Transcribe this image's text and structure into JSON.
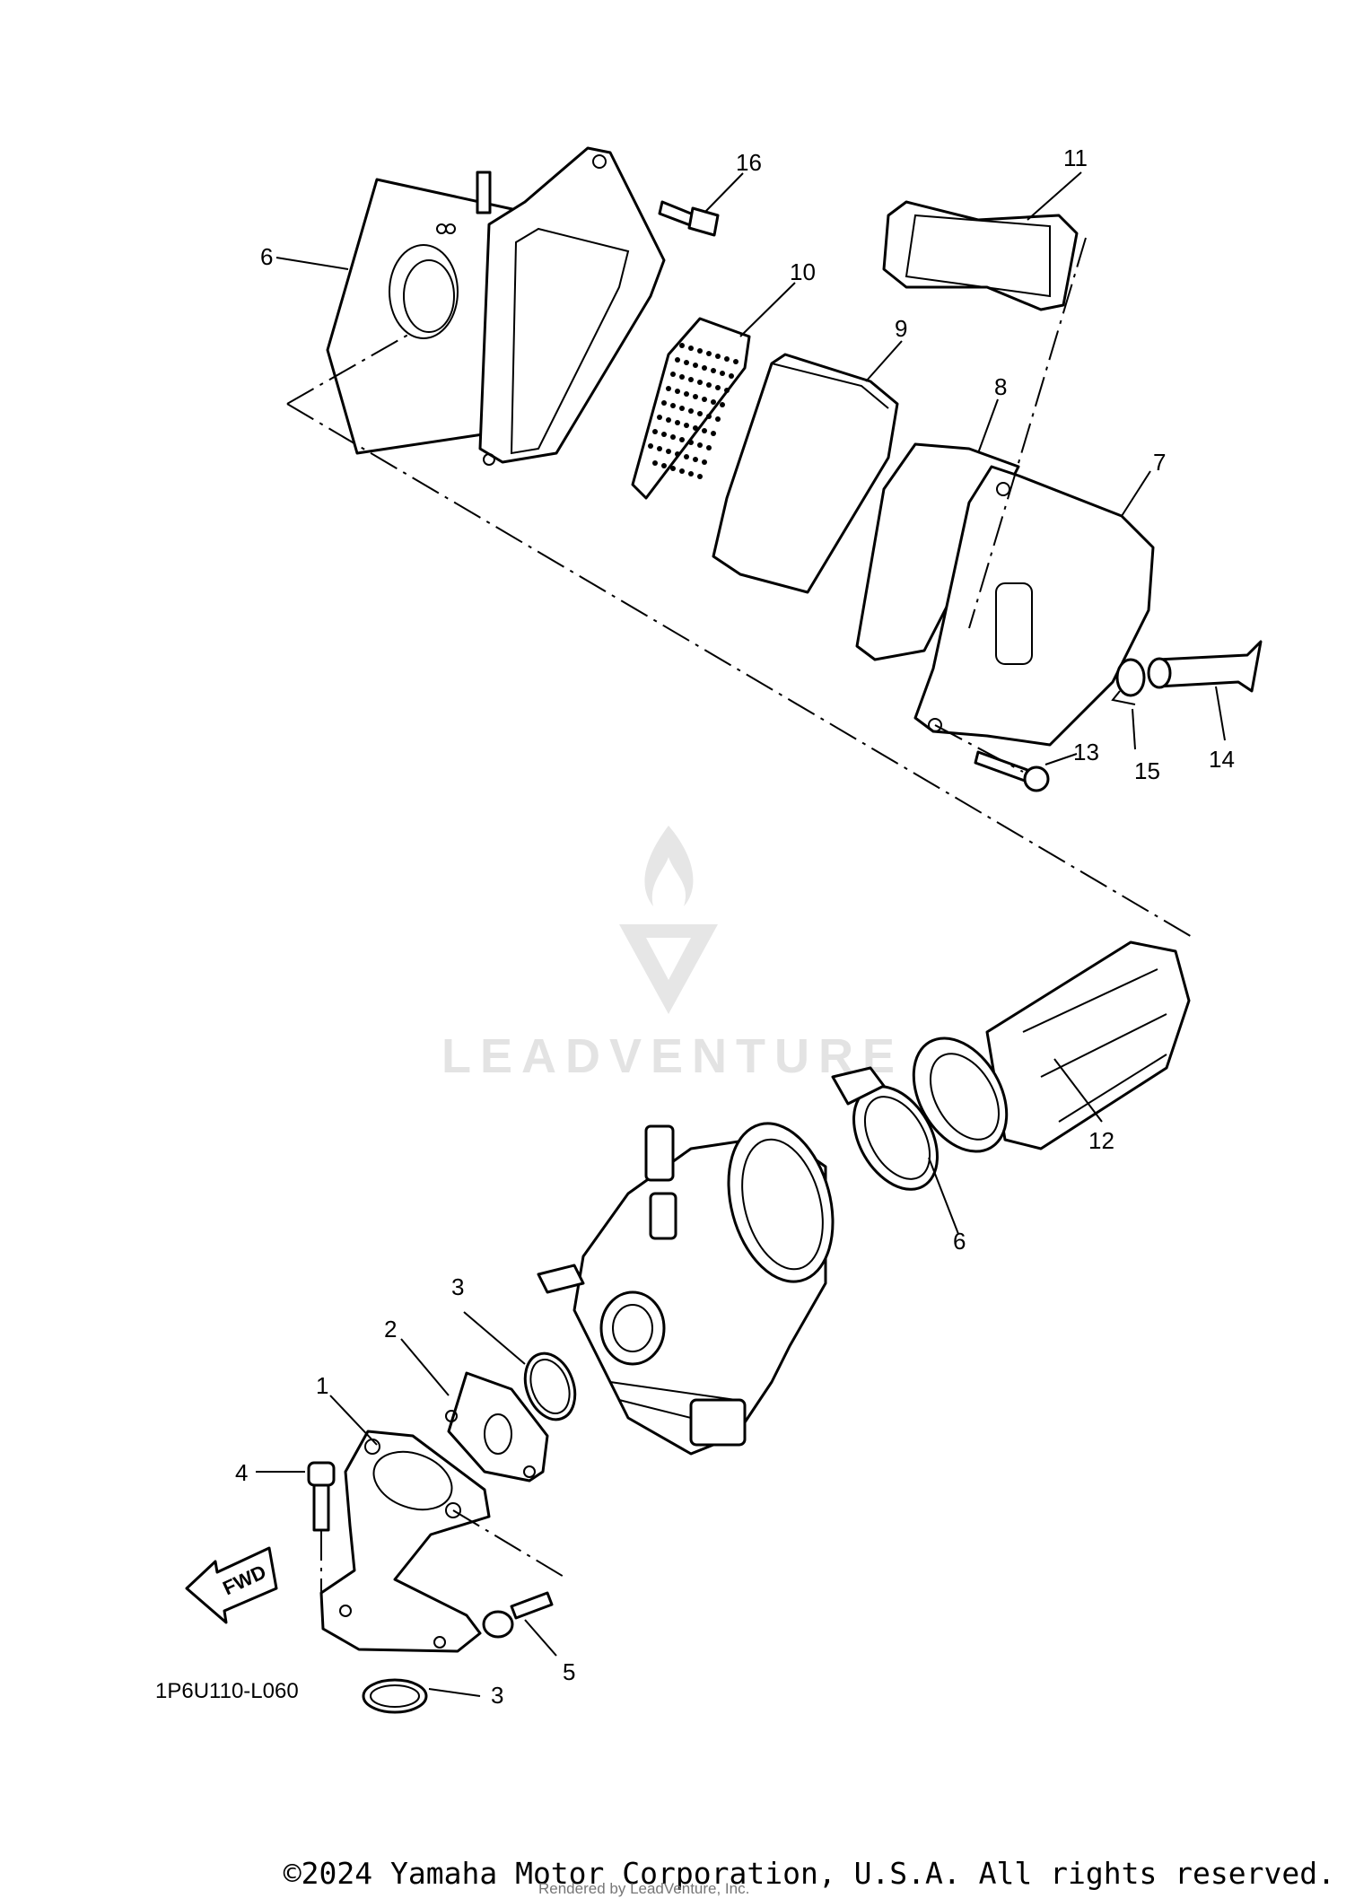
{
  "diagram": {
    "callouts": [
      {
        "id": "1",
        "label": "1"
      },
      {
        "id": "2",
        "label": "2"
      },
      {
        "id": "3a",
        "label": "3"
      },
      {
        "id": "3b",
        "label": "3"
      },
      {
        "id": "4",
        "label": "4"
      },
      {
        "id": "5",
        "label": "5"
      },
      {
        "id": "6",
        "label": "6"
      },
      {
        "id": "7",
        "label": "7"
      },
      {
        "id": "8",
        "label": "8"
      },
      {
        "id": "9",
        "label": "9"
      },
      {
        "id": "10",
        "label": "10"
      },
      {
        "id": "11",
        "label": "11"
      },
      {
        "id": "12",
        "label": "12"
      },
      {
        "id": "13",
        "label": "13"
      },
      {
        "id": "14",
        "label": "14"
      },
      {
        "id": "15",
        "label": "15"
      },
      {
        "id": "16",
        "label": "16"
      },
      {
        "id": "17",
        "label": "17"
      }
    ],
    "figure_code": "1P6U110-L060",
    "fwd_label": "FWD"
  },
  "watermark": {
    "brand": "LEADVENTURE"
  },
  "footer": {
    "copyright": "©2024 Yamaha Motor Corporation, U.S.A. All rights reserved.",
    "rendered_by": "Rendered by LeadVenture, Inc."
  }
}
